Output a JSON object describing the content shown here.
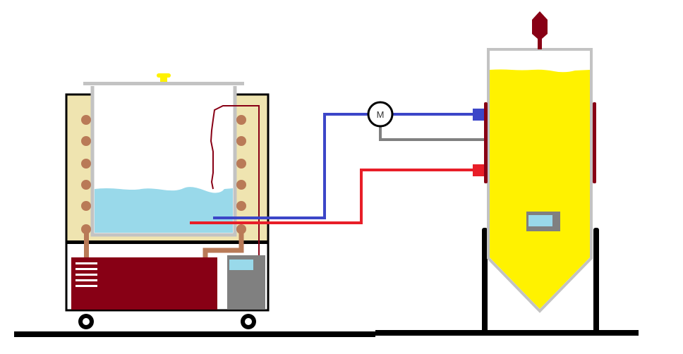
{
  "diagram": {
    "title": "",
    "motor": {
      "label": "M",
      "icon": "motor-icon"
    },
    "components": {
      "water_bath": {
        "label": "",
        "liquid": "water"
      },
      "fermenter": {
        "label": "",
        "liquid": "wort"
      },
      "chiller_unit": {
        "label": ""
      },
      "controller": {
        "label": ""
      },
      "pump": {
        "label": "M"
      },
      "temperature_probe": {
        "label": ""
      },
      "airlock": {
        "label": ""
      }
    },
    "colors": {
      "cold_line": "#3c46c8",
      "hot_line": "#e81e28",
      "signal_line": "#808080",
      "water": "#99d9ea",
      "wort": "#fff200",
      "insulation": "#efe4b0",
      "heating_coil": "#b97a57",
      "chiller": "#880015",
      "controller_body": "#808080",
      "vessel_wall": "#c3c3c3",
      "jacket": "#880015",
      "lid_knob": "#fff200",
      "frame": "#000000"
    }
  }
}
